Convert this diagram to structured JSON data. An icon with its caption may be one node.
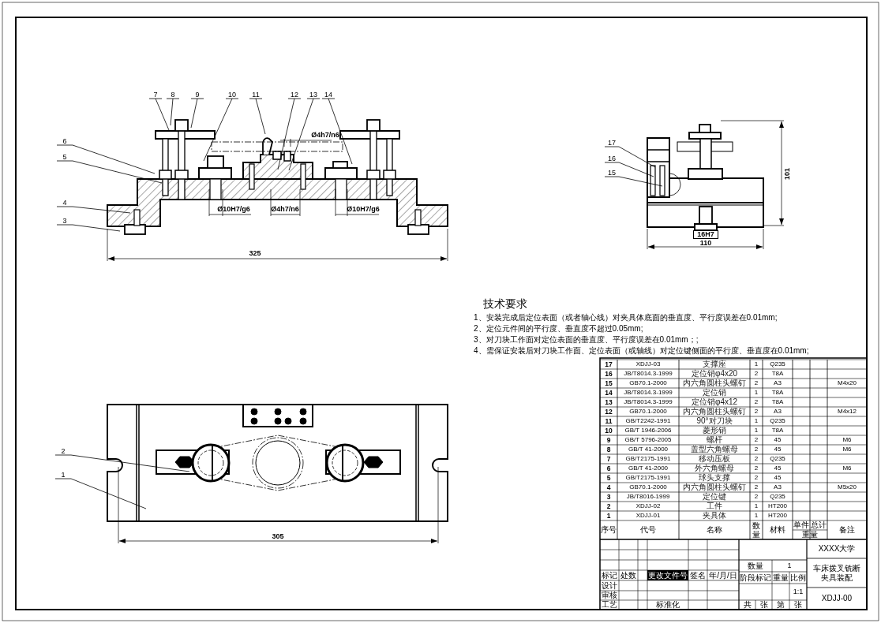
{
  "diagram": {
    "nodes": [
      {
        "text": [
          "7"
        ]
      },
      {
        "text": [
          "8"
        ]
      },
      {
        "text": [
          "9"
        ]
      },
      {
        "text": [
          "10"
        ]
      },
      {
        "text": [
          "11"
        ]
      },
      {
        "text": [
          "12"
        ]
      },
      {
        "text": [
          "13"
        ]
      },
      {
        "text": [
          "14"
        ]
      },
      {
        "text": [
          "6"
        ]
      },
      {
        "text": [
          "5"
        ]
      },
      {
        "text": [
          "4"
        ]
      },
      {
        "text": [
          "3"
        ]
      },
      {
        "text": [
          "17"
        ]
      },
      {
        "text": [
          "16"
        ]
      },
      {
        "text": [
          "15"
        ]
      },
      {
        "text": [
          "2"
        ]
      },
      {
        "text": [
          "1"
        ]
      }
    ],
    "edges": [
      {
        "from": 0,
        "to": null,
        "arrow": "none"
      },
      {
        "from": 1,
        "to": null,
        "arrow": "none"
      },
      {
        "from": 2,
        "to": null,
        "arrow": "none"
      },
      {
        "from": 3,
        "to": null,
        "arrow": "none"
      },
      {
        "from": 4,
        "to": null,
        "arrow": "none"
      },
      {
        "from": 5,
        "to": null,
        "arrow": "none"
      },
      {
        "from": 6,
        "to": null,
        "arrow": "none"
      },
      {
        "from": 7,
        "to": null,
        "arrow": "none"
      },
      {
        "from": 8,
        "to": null,
        "arrow": "none"
      },
      {
        "from": 9,
        "to": null,
        "arrow": "none"
      },
      {
        "from": 10,
        "to": null,
        "arrow": "none"
      },
      {
        "from": 11,
        "to": null,
        "arrow": "none"
      },
      {
        "from": 12,
        "to": null,
        "arrow": "none"
      },
      {
        "from": 13,
        "to": null,
        "arrow": "none"
      },
      {
        "from": 14,
        "to": null,
        "arrow": "none"
      },
      {
        "from": 15,
        "to": null,
        "arrow": "none"
      },
      {
        "from": 16,
        "to": null,
        "arrow": "none"
      }
    ],
    "labels": [
      "Ø4h7/n6",
      "Ø10H7/g6",
      "Ø4h7/n6",
      "Ø10H7/g6",
      "325",
      "101",
      "16H7",
      "110",
      "技术要求",
      "1、安装完成后定位表面（或者轴心线）对夹具体底面的垂直度、平行度误差在0.01mm;",
      "2、定位元件间的平行度、垂直度不超过0.05mm;",
      "3、对刀块工作面对定位表面的垂直度、平行度误差在0.01mm；;",
      "4、需保证安装后对刀块工作面、定位表面（或轴线）对定位键侧面的平行度、垂直度在0.01mm;",
      "305",
      "17",
      "XDJJ-03",
      "支撑座",
      "1",
      "Q235",
      "16",
      "JB/T8014.3-1999",
      "定位销φ4x20",
      "2",
      "T8A",
      "15",
      "GB70.1-2000",
      "内六角圆柱头螺钉",
      "2",
      "A3",
      "M4x20",
      "14",
      "JB/T8014.3-1999",
      "定位销",
      "1",
      "T8A",
      "13",
      "JB/T8014.3-1999",
      "定位销φ4x12",
      "2",
      "T8A",
      "12",
      "GB70.1-2000",
      "内六角圆柱头螺钉",
      "2",
      "A3",
      "M4x12",
      "11",
      "GB/T2242-1991",
      "90°对刀块",
      "1",
      "Q235",
      "10",
      "GB/T 1946-2006",
      "菱形销",
      "1",
      "T8A",
      "9",
      "GB/T 5796-2005",
      "螺杆",
      "2",
      "45",
      "M6",
      "8",
      "GB/T 41-2000",
      "盖型六角螺母",
      "2",
      "45",
      "M6",
      "7",
      "GB/T2175-1991",
      "移动压板",
      "2",
      "Q235",
      "6",
      "GB/T 41-2000",
      "外六角螺母",
      "2",
      "45",
      "M6",
      "5",
      "GB/T2175-1991",
      "球头支撑",
      "2",
      "45",
      "4",
      "GB70.1-2000",
      "内六角圆柱头螺钉",
      "2",
      "A3",
      "M5x20",
      "3",
      "JB/T8016-1999",
      "定位键",
      "2",
      "Q235",
      "2",
      "XDJJ-02",
      "工件",
      "1",
      "HT200",
      "1",
      "XDJJ-01",
      "夹具体",
      "1",
      "HT200",
      "序号",
      "代号",
      "名称",
      "数量",
      "材料",
      "单件",
      "总计",
      "重量",
      "备注",
      "XXXX大学",
      "数量",
      "1",
      "车床拨叉铣断夹具装配",
      "标记",
      "处数",
      "更改文件号",
      "签名",
      "年/月/日",
      "阶段标记",
      "重量",
      "比例",
      "设计",
      "1:1",
      "XDJJ-00",
      "审核",
      "工艺",
      "标准化",
      "共",
      "张",
      "第",
      "张"
    ]
  }
}
